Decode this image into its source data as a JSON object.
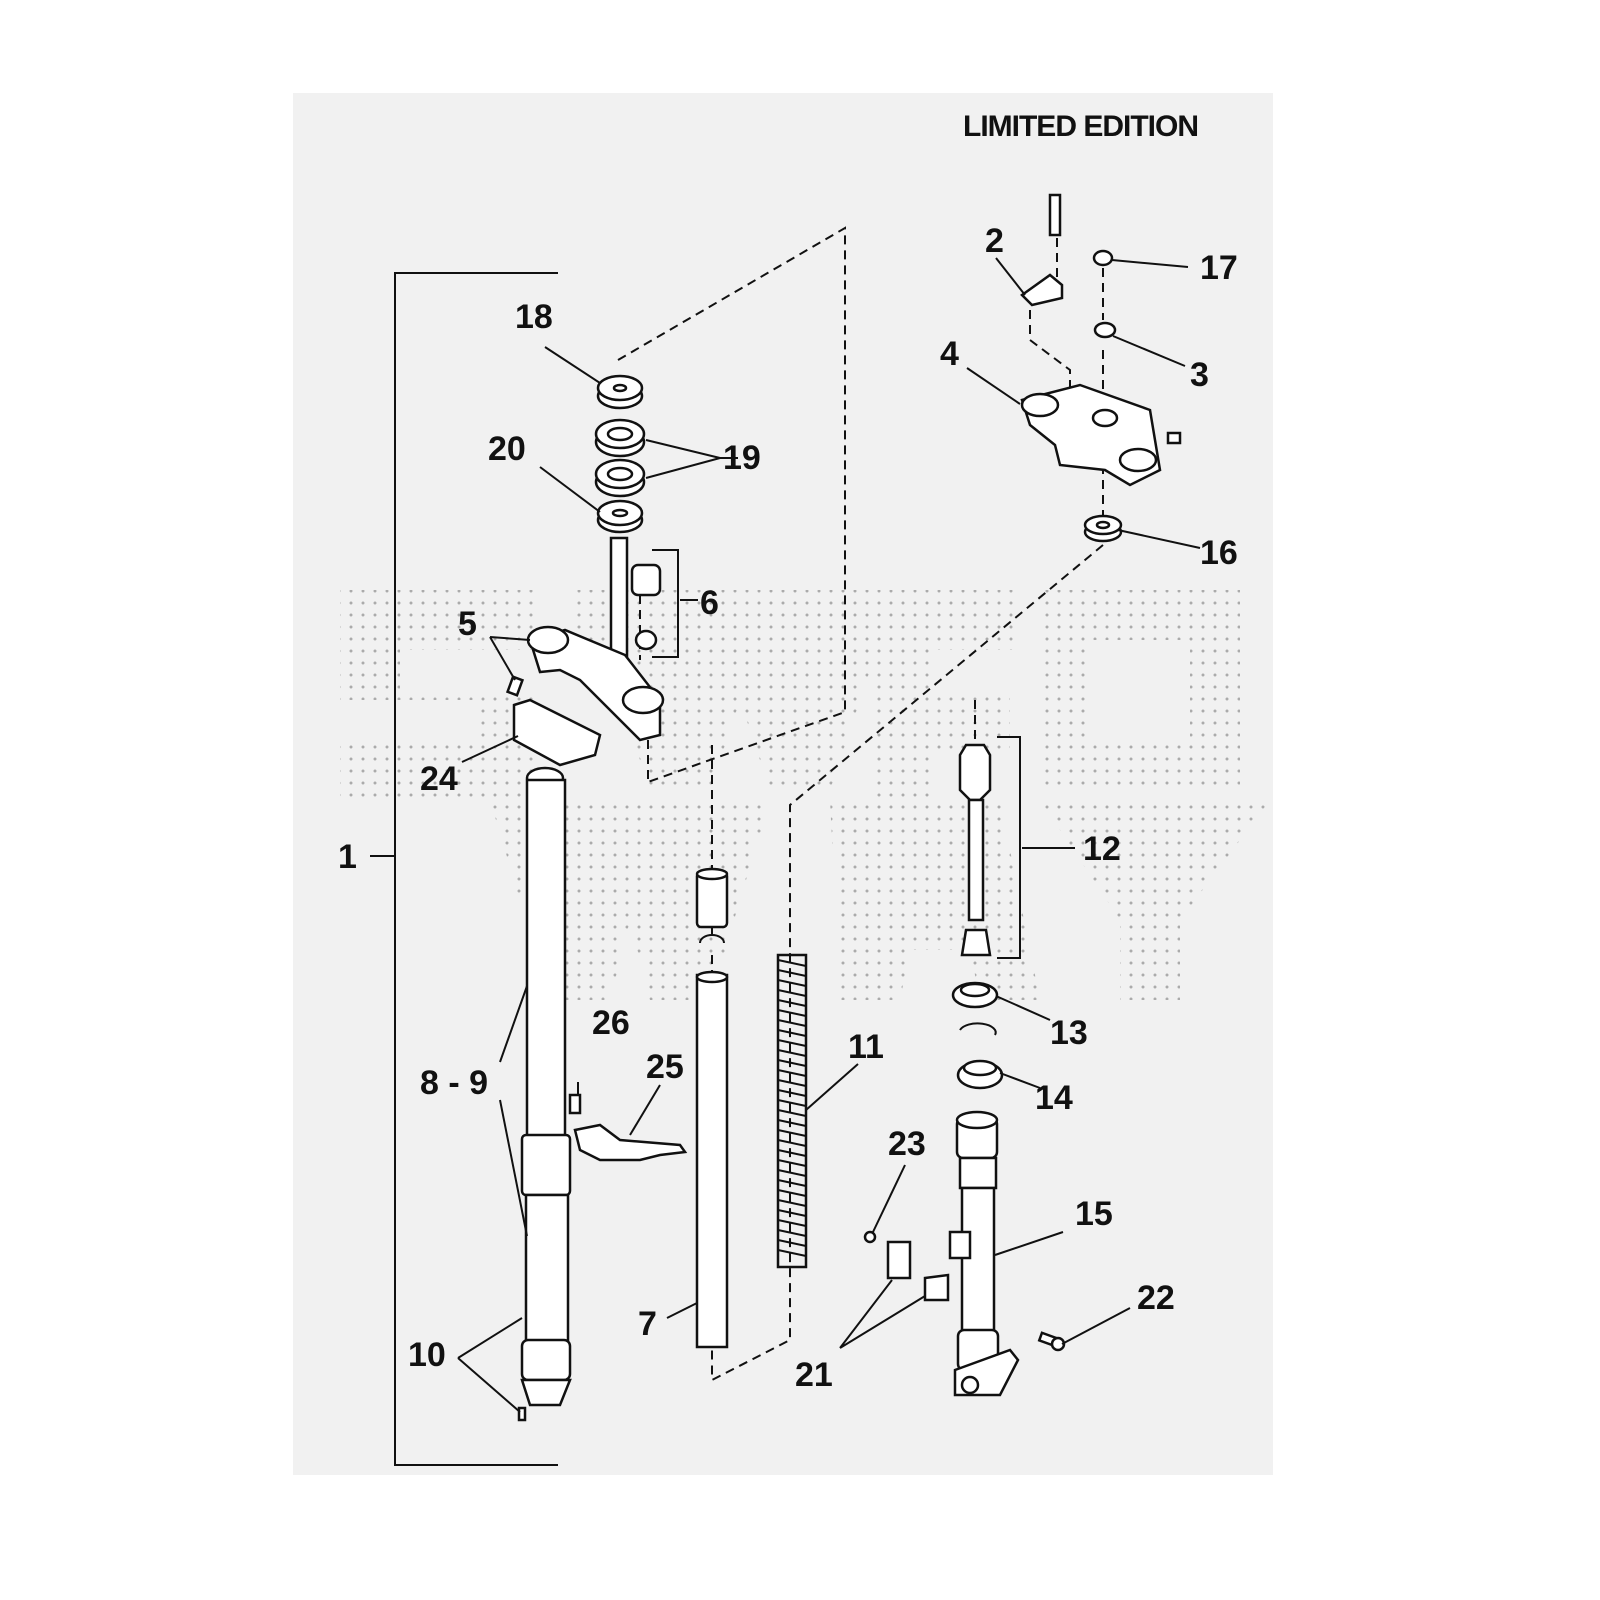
{
  "title": "LIMITED EDITION",
  "callouts": [
    "1",
    "2",
    "3",
    "4",
    "5",
    "6",
    "7",
    "8 - 9",
    "10",
    "11",
    "12",
    "13",
    "14",
    "15",
    "16",
    "17",
    "18",
    "19",
    "20",
    "21",
    "22",
    "23",
    "24",
    "25",
    "26"
  ],
  "colors": {
    "background_panel": "#f1f1f1",
    "ink": "#111111",
    "watermark": "#9a9a9a"
  }
}
